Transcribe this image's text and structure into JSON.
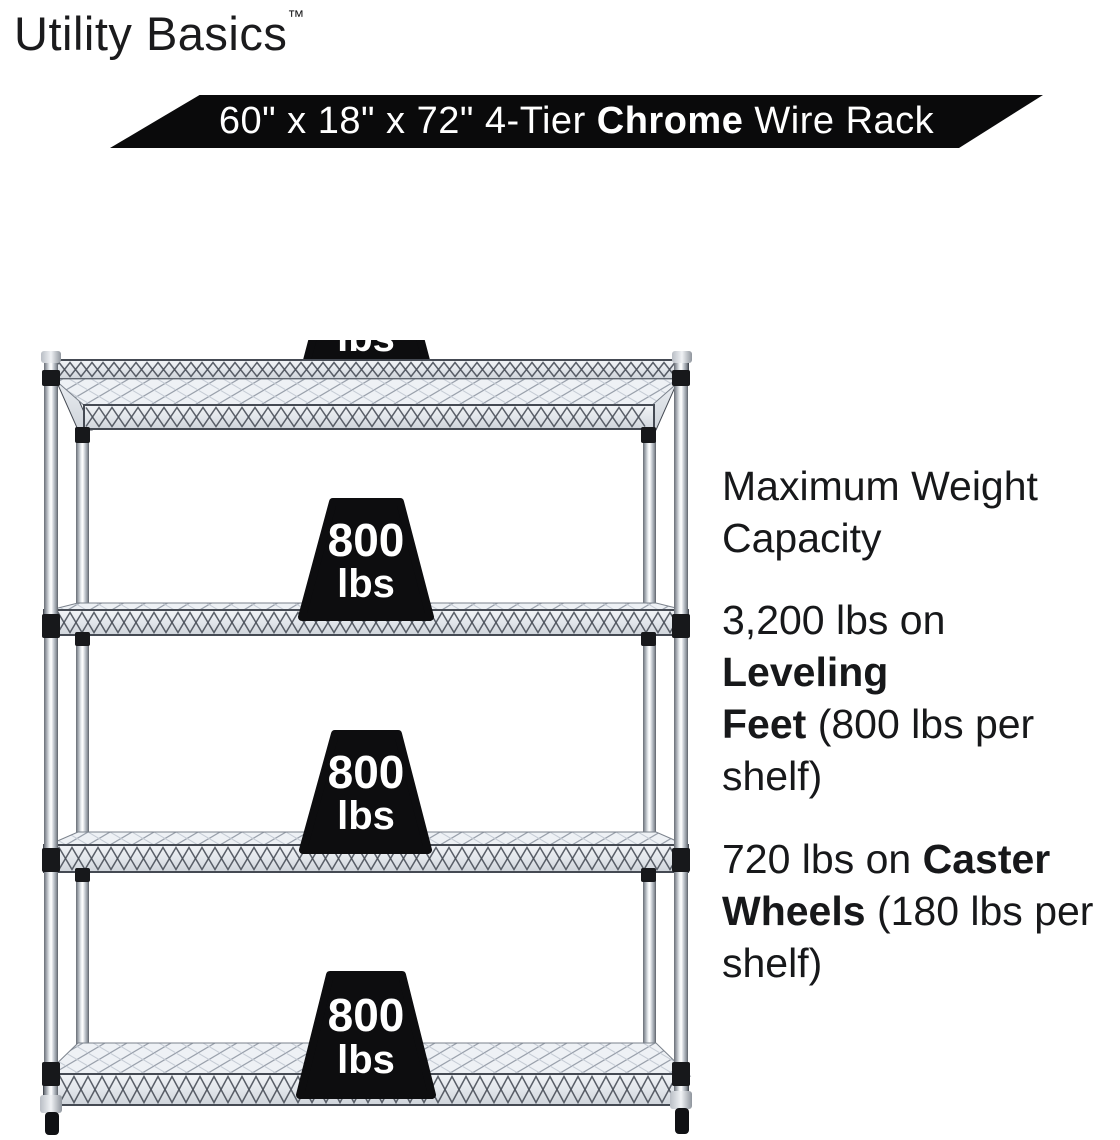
{
  "brand": {
    "name": "Utility Basics",
    "trademark": "™"
  },
  "banner": {
    "text_regular_1": "60\" x 18\" x 72\" 4-Tier ",
    "text_bold": "Chrome",
    "text_regular_2": " Wire Rack",
    "bg_color": "#0a0a0b",
    "text_color": "#ffffff"
  },
  "rack": {
    "tiers": 4,
    "capacity_value": "800",
    "capacity_unit": "lbs"
  },
  "info": {
    "heading_line1": "Maximum Weight",
    "heading_line2": "Capacity",
    "leveling": {
      "line1_regular": "3,200 lbs on ",
      "line1_bold": "Leveling",
      "line2_bold": "Feet",
      "line2_regular": " (800 lbs per",
      "line3_regular": "shelf)"
    },
    "caster": {
      "line1_regular": "720 lbs on ",
      "line1_bold": "Caster",
      "line2_bold": "Wheels",
      "line2_regular": " (180 lbs per",
      "line3_regular": "shelf)"
    }
  }
}
